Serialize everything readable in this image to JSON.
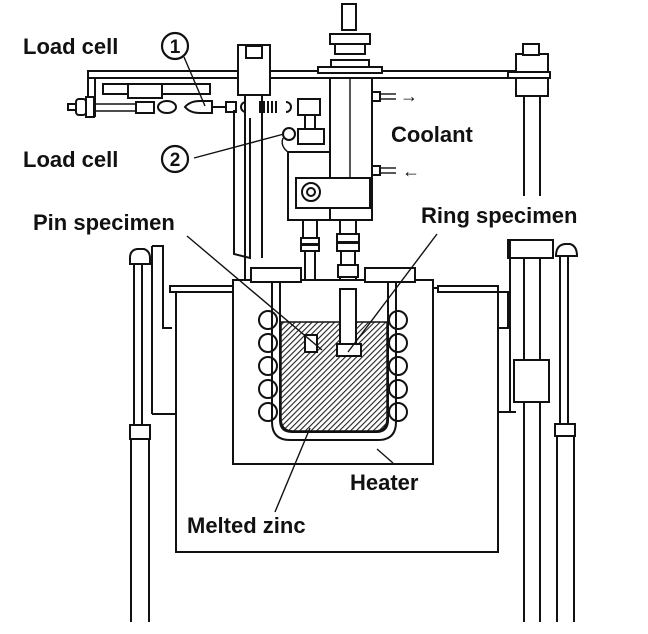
{
  "figure": {
    "description": "Schematic of pin-on-ring test apparatus immersed in melted zinc",
    "ink_color": "#111111",
    "background_color": "#ffffff",
    "zinc_hatch_color": "#222222"
  },
  "labels": {
    "load_cell_1": {
      "text": "Load cell",
      "marker": "1"
    },
    "load_cell_2": {
      "text": "Load cell",
      "marker": "2"
    },
    "coolant": "Coolant",
    "pin_specimen": "Pin specimen",
    "ring_specimen": "Ring specimen",
    "heater": "Heater",
    "melted_zinc": "Melted zinc"
  },
  "arrows": {
    "coolant_out": "→",
    "coolant_in": "←"
  }
}
